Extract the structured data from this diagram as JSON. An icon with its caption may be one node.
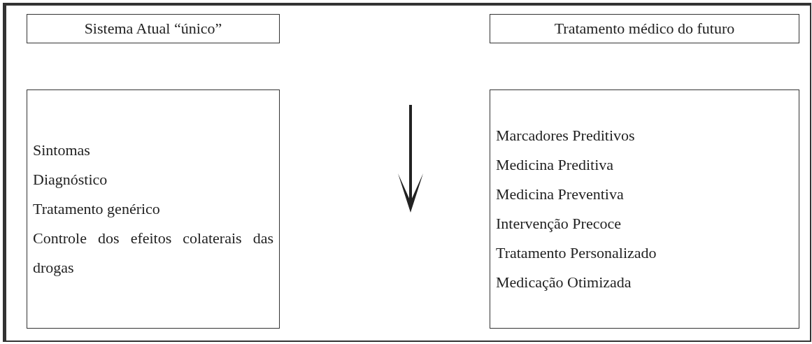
{
  "diagram": {
    "nodes": [
      {
        "text": [
          "Sistema Atual “único”"
        ]
      },
      {
        "text": [
          "Tratamento médico do futuro"
        ]
      },
      {
        "text": [
          "Sintomas",
          "Diagnóstico",
          "Tratamento genérico",
          "Controle dos efeitos colaterais das drogas"
        ]
      },
      {
        "text": [
          "Marcadores Preditivos",
          "Medicina Preditiva",
          "Medicina Preventiva",
          "Intervenção Precoce",
          "Tratamento Personalizado",
          "Medicação Otimizada"
        ]
      }
    ]
  }
}
